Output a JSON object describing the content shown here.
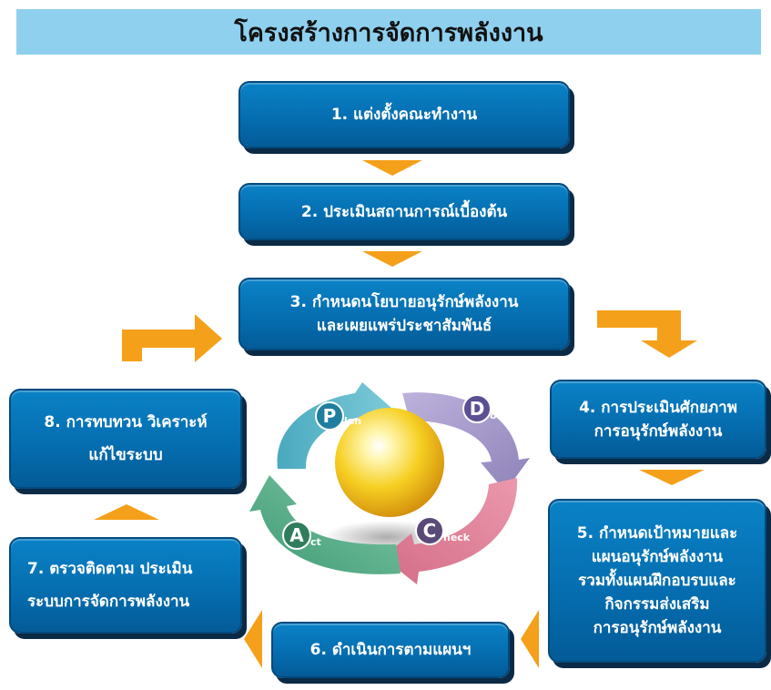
{
  "title": "โครงสร้างการจัดการพลังงาน",
  "steps": {
    "s1": {
      "line1": "1. แต่งตั้งคณะทำงาน"
    },
    "s2": {
      "line1": "2. ประเมินสถานการณ์เบื้องต้น"
    },
    "s3": {
      "line1": "3. กำหนดนโยบายอนุรักษ์พลังงาน",
      "line2": "และเผยแพร่ประชาสัมพันธ์"
    },
    "s4": {
      "line1": "4. การประเมินศักยภาพ",
      "line2": "การอนุรักษ์พลังงาน"
    },
    "s5": {
      "line1": "5. กำหนดเป้าหมายและ",
      "line2": "แผนอนุรักษ์พลังงาน",
      "line3": "รวมทั้งแผนฝึกอบรบและ",
      "line4": "กิจกรรมส่งเสริม",
      "line5": "การอนุรักษ์พลังงาน"
    },
    "s6": {
      "line1": "6. ดำเนินการตามแผนฯ"
    },
    "s7": {
      "line1": "7. ตรวจติดตาม ประเมิน",
      "line2": "ระบบการจัดการพลังงาน"
    },
    "s8": {
      "line1": "8. การทบทวน วิเคราะห์",
      "line2": "แก้ไขระบบ"
    }
  },
  "pdca": {
    "plan": {
      "letter": "P",
      "rest": "lan"
    },
    "do": {
      "letter": "D",
      "rest": "o"
    },
    "check": {
      "letter": "C",
      "rest": "heck"
    },
    "act": {
      "letter": "A",
      "rest": "ct"
    }
  },
  "colors": {
    "box": "#0571b7",
    "arrow": "#f5a01a",
    "title_bg": "#8fd0ee",
    "plan": "#58b6c8",
    "do": "#a79ccb",
    "check": "#e3819a",
    "act": "#5fb38d",
    "sphere": "#f2c51d"
  }
}
